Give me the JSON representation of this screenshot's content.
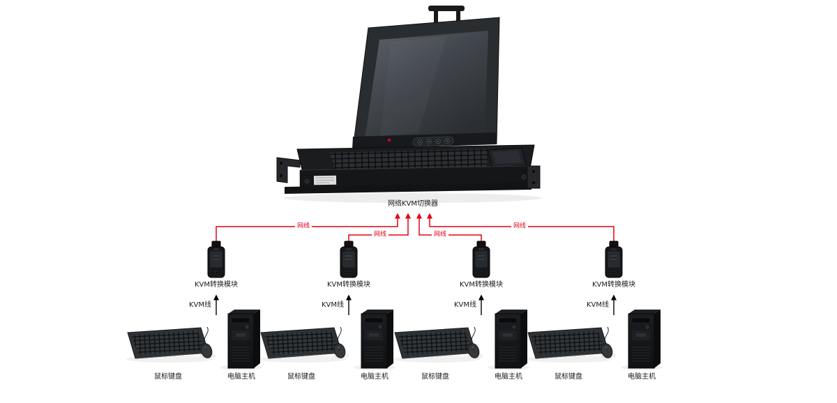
{
  "diagram": {
    "switch_label": "网络KVM切换器",
    "groups": [
      {
        "net_cable": "网线",
        "module_label": "KVM转换模块",
        "kvm_cable_label": "KVM线",
        "keyboard_label": "鼠标键盘",
        "host_label": "电脑主机"
      },
      {
        "net_cable": "网线",
        "module_label": "KVM转换模块",
        "kvm_cable_label": "KVM线",
        "keyboard_label": "鼠标键盘",
        "host_label": "电脑主机"
      },
      {
        "net_cable": "网线",
        "module_label": "KVM转换模块",
        "kvm_cable_label": "KVM线",
        "keyboard_label": "鼠标键盘",
        "host_label": "电脑主机"
      },
      {
        "net_cable": "网线",
        "module_label": "KVM转换模块",
        "kvm_cable_label": "KVM线",
        "keyboard_label": "鼠标键盘",
        "host_label": "电脑主机"
      }
    ]
  },
  "colors": {
    "cable_red": "#e60012",
    "arrow_black": "#000000"
  }
}
